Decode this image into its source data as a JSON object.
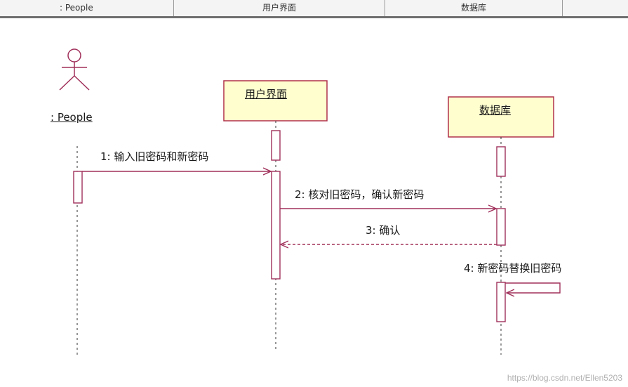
{
  "header": {
    "columns": [
      ": People",
      "用户界面",
      "数据库",
      ""
    ]
  },
  "diagram": {
    "actor": {
      "label": ": People"
    },
    "objects": [
      {
        "label": "用户界面"
      },
      {
        "label": "数据库"
      }
    ],
    "messages": [
      {
        "label": "1: 输入旧密码和新密码"
      },
      {
        "label": "2: 核对旧密码，确认新密码"
      },
      {
        "label": "3: 确认"
      },
      {
        "label": "4: 新密码替换旧密码"
      }
    ],
    "colors": {
      "line": "#a0305a",
      "box_fill": "#fffecf",
      "box_border": "#b0304a",
      "lifeline": "#333333"
    }
  },
  "watermark": "https://blog.csdn.net/Ellen5203"
}
